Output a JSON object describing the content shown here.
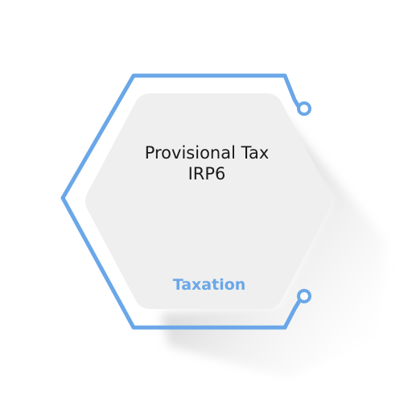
{
  "card": {
    "title_line_1": "Provisional Tax",
    "title_line_2": "IRP6",
    "category": "Taxation"
  },
  "colors": {
    "outline": "#6aa7e8",
    "card_fill": "#efefef",
    "category_text": "#6aa7e8",
    "title_text": "#1a1a1a",
    "shadow": "#9a9a9a"
  },
  "icons": {
    "decorative_outline": "hexagon-outline-icon",
    "connector_top": "connector-dot-icon",
    "connector_bottom": "connector-dot-icon"
  }
}
